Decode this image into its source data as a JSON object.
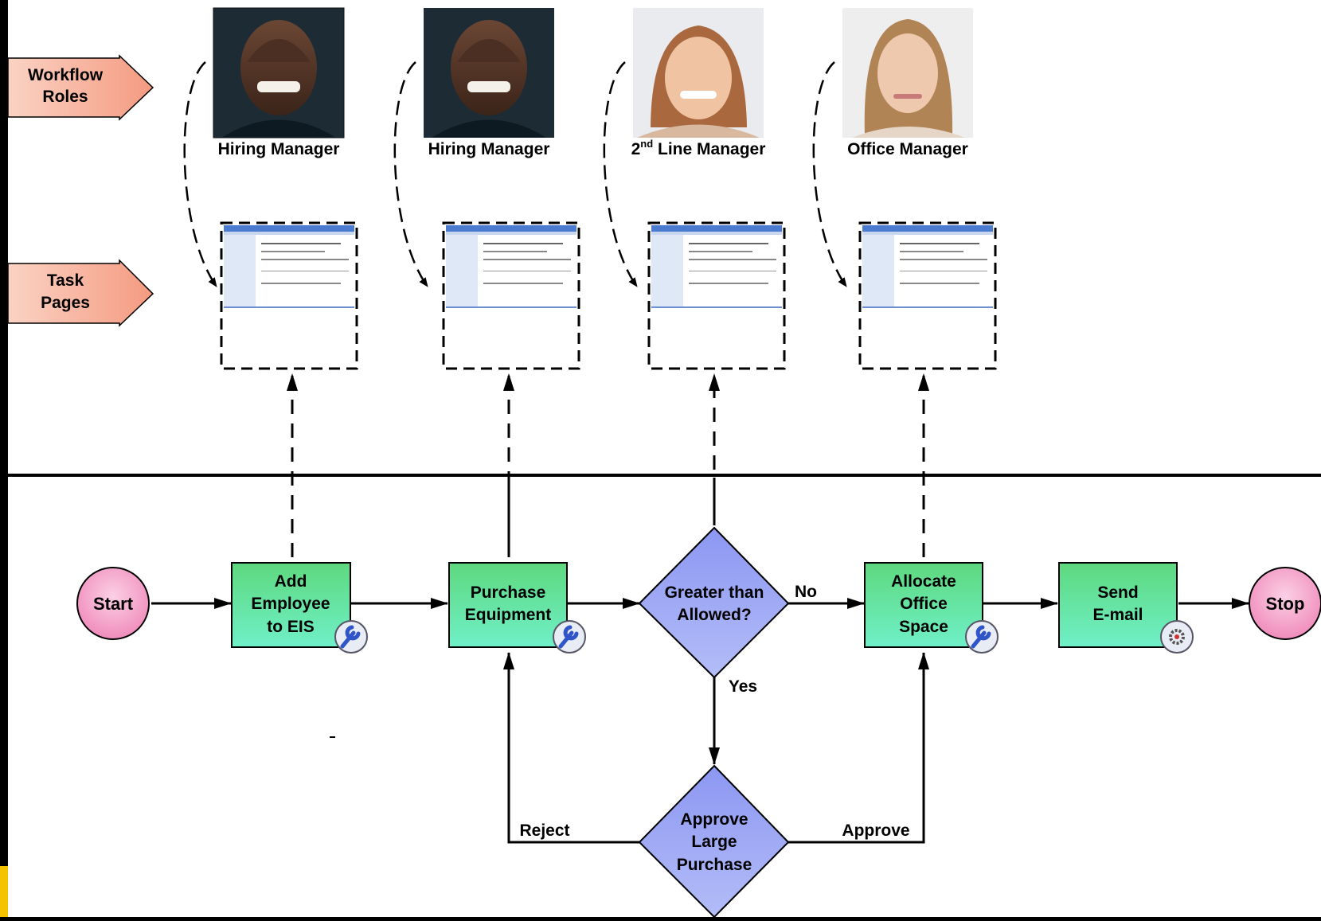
{
  "legend": {
    "roles_line1": "Workflow",
    "roles_line2": "Roles",
    "tasks_line1": "Task",
    "tasks_line2": "Pages"
  },
  "roles": [
    {
      "label": "Hiring Manager",
      "sup": ""
    },
    {
      "label": "Hiring Manager",
      "sup": ""
    },
    {
      "label_prefix": "2",
      "sup": "nd",
      "label": " Line Manager"
    },
    {
      "label": "Office Manager",
      "sup": ""
    }
  ],
  "nodes": {
    "start": "Start",
    "stop": "Stop",
    "add_employee": [
      "Add",
      "Employee",
      "to EIS"
    ],
    "purchase_equipment": [
      "Purchase",
      "Equipment"
    ],
    "greater_than": [
      "Greater than",
      "Allowed?"
    ],
    "allocate_office": [
      "Allocate",
      "Office",
      "Space"
    ],
    "send_email": [
      "Send",
      "E-mail"
    ],
    "approve_large": [
      "Approve",
      "Large",
      "Purchase"
    ]
  },
  "edge_labels": {
    "no": "No",
    "yes": "Yes",
    "reject": "Reject",
    "approve": "Approve"
  },
  "colors": {
    "task_fill_top": "#5ed87e",
    "task_fill_bottom": "#6ff0c8",
    "decision_fill": "#9aa6f4",
    "terminal_fill": "#f5a3cc",
    "legend_fill": "#f7b8a3"
  }
}
